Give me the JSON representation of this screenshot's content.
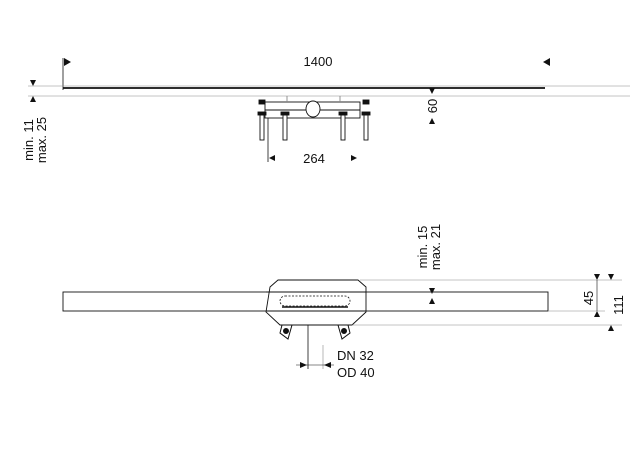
{
  "top_view": {
    "length_label": "1400",
    "height_label": "60",
    "frame_width_label": "264",
    "cover_min_label": "min. 11",
    "cover_max_label": "max. 25"
  },
  "side_view": {
    "tile_min_label": "min. 15",
    "tile_max_label": "max. 21",
    "channel_height_label": "45",
    "total_height_label": "111",
    "pipe_dn_label": "DN 32",
    "pipe_od_label": "OD 40"
  },
  "colors": {
    "line": "#111111",
    "light": "#999999"
  }
}
